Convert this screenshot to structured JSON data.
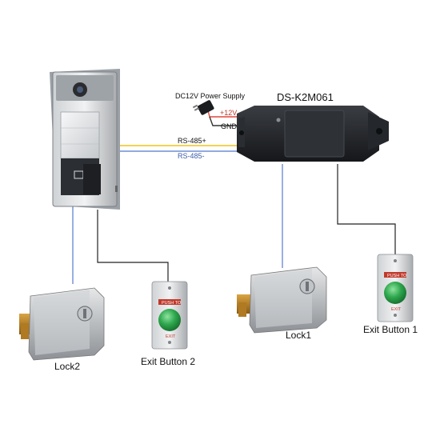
{
  "power_supply": {
    "label": "DC12V Power Supply",
    "plus_label": "+12V",
    "gnd_label": "GND"
  },
  "bus": {
    "plus_label": "RS-485+",
    "minus_label": "RS-485-"
  },
  "module": {
    "title": "DS-K2M061"
  },
  "devices": {
    "lock2": "Lock2",
    "lock1": "Lock1",
    "exit_button_2": "Exit Button 2",
    "exit_button_1": "Exit Button 1"
  },
  "exit_plate": {
    "top_text": "PUSH TO",
    "bottom_text": "EXIT"
  },
  "colors": {
    "red_wire": "#e0463c",
    "black_wire": "#333333",
    "yellow_wire": "#f0c419",
    "blue_wire": "#6b8fd6",
    "button_green": "#2fa84f"
  }
}
